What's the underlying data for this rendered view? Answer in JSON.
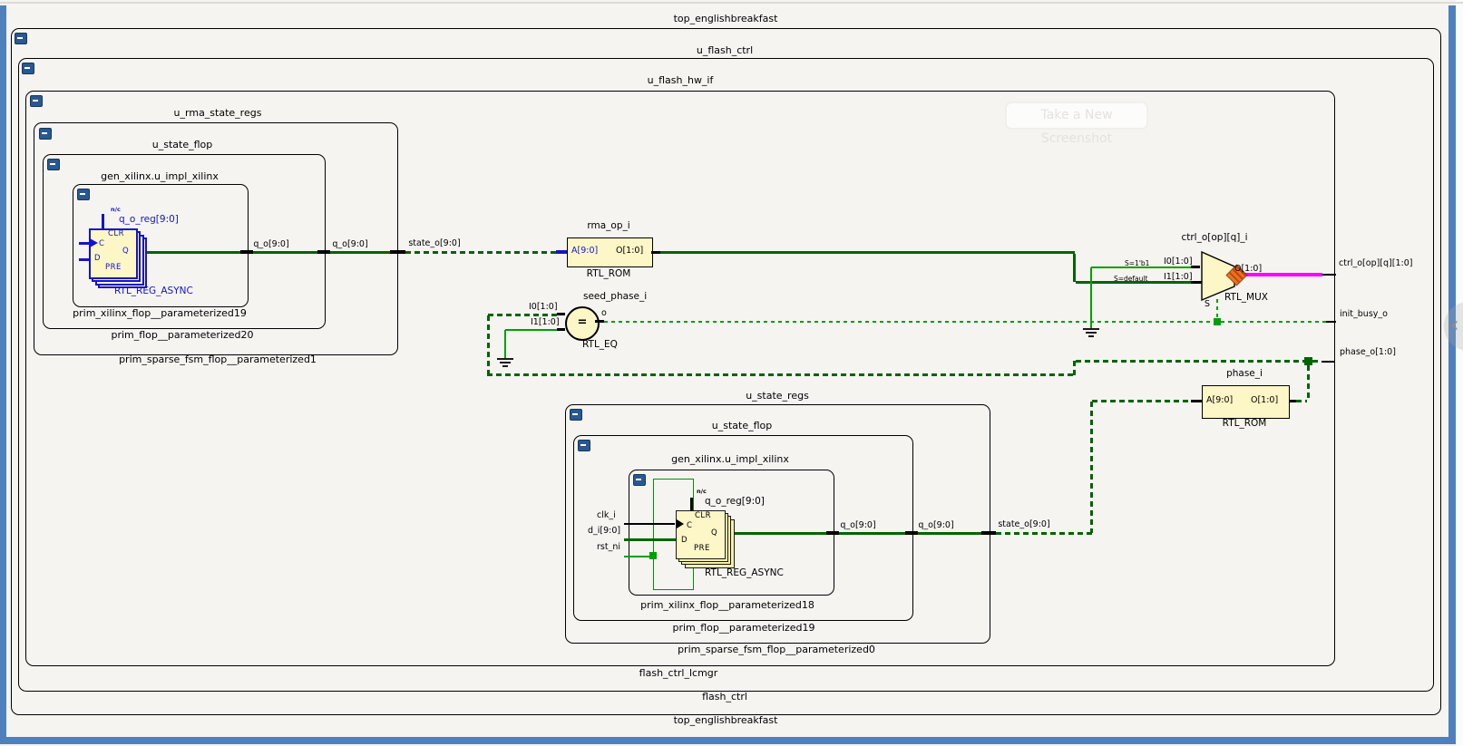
{
  "frame": {
    "watermark": "Take a New Screenshot",
    "chevron": "‹"
  },
  "hierarchy": {
    "top": {
      "instance": "top_englishbreakfast",
      "module": "top_englishbreakfast"
    },
    "flash_ctrl": {
      "instance": "u_flash_ctrl",
      "module": "flash_ctrl"
    },
    "hw_if": {
      "instance": "u_flash_hw_if",
      "module": "flash_ctrl_lcmgr"
    },
    "rma": {
      "regs": {
        "instance": "u_rma_state_regs",
        "module": "prim_sparse_fsm_flop__parameterized1"
      },
      "flop": {
        "instance": "u_state_flop",
        "module": "prim_flop__parameterized20"
      },
      "gen": {
        "instance": "gen_xilinx.u_impl_xilinx",
        "module": "prim_xilinx_flop__parameterized19"
      }
    },
    "state": {
      "regs": {
        "instance": "u_state_regs",
        "module": "prim_sparse_fsm_flop__parameterized0"
      },
      "flop": {
        "instance": "u_state_flop",
        "module": "prim_flop__parameterized19"
      },
      "gen": {
        "instance": "gen_xilinx.u_impl_xilinx",
        "module": "prim_xilinx_flop__parameterized18"
      }
    }
  },
  "cells": {
    "flop_cell": {
      "name": "q_o_reg[9:0]",
      "type": "RTL_REG_ASYNC",
      "nc": "n/c",
      "clr": "CLR",
      "c": "C",
      "q": "Q",
      "d": "D",
      "pre": "PRE"
    },
    "rma_op": {
      "name": "rma_op_i",
      "type": "RTL_ROM",
      "a": "A[9:0]",
      "o": "O[1:0]"
    },
    "phase": {
      "name": "phase_i",
      "type": "RTL_ROM",
      "a": "A[9:0]",
      "o": "O[1:0]"
    },
    "seed": {
      "name": "seed_phase_i",
      "type": "RTL_EQ",
      "glyph": "=",
      "i0": "I0[1:0]",
      "i1": "I1[1:0]",
      "o": "o"
    },
    "mux": {
      "name": "ctrl_o[op][q]_i",
      "type": "RTL_MUX",
      "case0": "S=1'b1",
      "case1": "S=default",
      "i0": "I0[1:0]",
      "i1": "I1[1:0]",
      "o": "O[1:0]",
      "s": "S"
    }
  },
  "nets": {
    "q_o": "q_o[9:0]",
    "state_o": "state_o[9:0]",
    "clk": "clk_i",
    "d": "d_i[9:0]",
    "rst": "rst_ni"
  },
  "ports": {
    "ctrl": "ctrl_o[op][q][1:0]",
    "init_busy": "init_busy_o",
    "phase": "phase_o[1:0]"
  },
  "colors": {
    "bus": "#006400",
    "net": "#00a000",
    "highlight": "#1414cc",
    "fill": "#fdf6c6",
    "mux-out": "#ff00ff",
    "marker": "#f07020",
    "frame": "#4d80bd"
  }
}
